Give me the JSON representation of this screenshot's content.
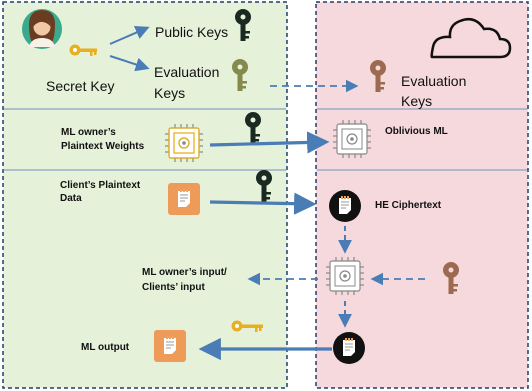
{
  "top": {
    "public_keys": "Public Keys",
    "secret_key": "Secret Key",
    "evaluation_keys": [
      "Evaluation",
      "Keys"
    ],
    "cloud_evaluation_keys": [
      "Evaluation",
      "Keys"
    ]
  },
  "row2": {
    "owner_weights": [
      "ML owner’s",
      "Plaintext Weights"
    ],
    "oblivious_ml": "Oblivious ML"
  },
  "row3": {
    "client_data": [
      "Client’s Plaintext",
      "Data"
    ],
    "he_ciphertext": "HE Ciphertext",
    "inputs": [
      "ML owner’s input/",
      "Clients’  input"
    ],
    "ml_output": "ML output"
  },
  "colors": {
    "client_bg": "#e6f1da",
    "cloud_bg": "#f6d9dd",
    "border": "#1f3f6e",
    "arrow": "#4a7db5",
    "key_dark": "#1b2a20",
    "key_olive": "#848a4c",
    "key_brown": "#9c6a50",
    "key_gold": "#e6b020",
    "data_orange": "#ee9a58"
  },
  "icons": [
    "user-icon",
    "key-icon",
    "cloud-icon",
    "chip-icon",
    "data-icon",
    "ciphertext-icon"
  ]
}
